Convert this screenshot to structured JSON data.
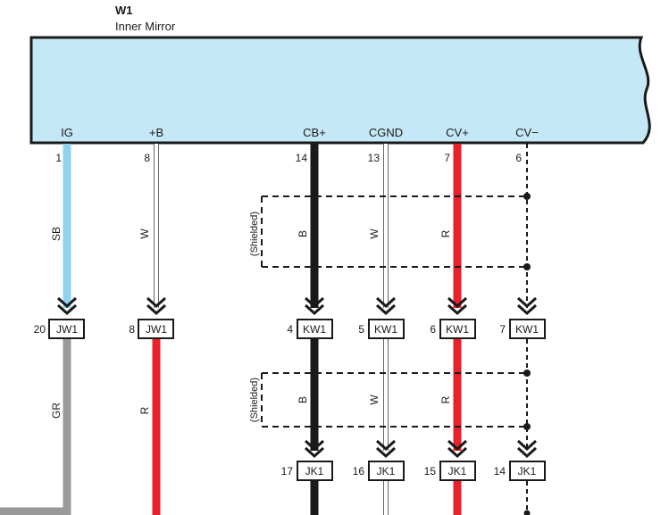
{
  "component": {
    "code": "W1",
    "name": "Inner Mirror",
    "fill": "#c5e8f7"
  },
  "colors": {
    "SB": "#8fd3ef",
    "W": "#ffffff",
    "B": "#1a1a1a",
    "R": "#e8212a",
    "GR": "#999999"
  },
  "pins": [
    {
      "label": "IG",
      "num": "1",
      "wire": "SB"
    },
    {
      "label": "+B",
      "num": "8",
      "wire": "W"
    },
    {
      "label": "CB+",
      "num": "14",
      "wire": "B"
    },
    {
      "label": "CGND",
      "num": "13",
      "wire": "W"
    },
    {
      "label": "CV+",
      "num": "7",
      "wire": "R"
    },
    {
      "label": "CV−",
      "num": "6",
      "wire": ""
    }
  ],
  "connectors_mid": [
    {
      "num": "20",
      "name": "JW1"
    },
    {
      "num": "8",
      "name": "JW1"
    },
    {
      "num": "4",
      "name": "KW1"
    },
    {
      "num": "5",
      "name": "KW1"
    },
    {
      "num": "6",
      "name": "KW1"
    },
    {
      "num": "7",
      "name": "KW1"
    }
  ],
  "wires_mid": [
    "GR",
    "R",
    "B",
    "W",
    "R",
    ""
  ],
  "connectors_bottom": [
    {
      "num": "17",
      "name": "JK1"
    },
    {
      "num": "16",
      "name": "JK1"
    },
    {
      "num": "15",
      "name": "JK1"
    },
    {
      "num": "14",
      "name": "JK1"
    }
  ],
  "shield_label": "(Shielded)"
}
